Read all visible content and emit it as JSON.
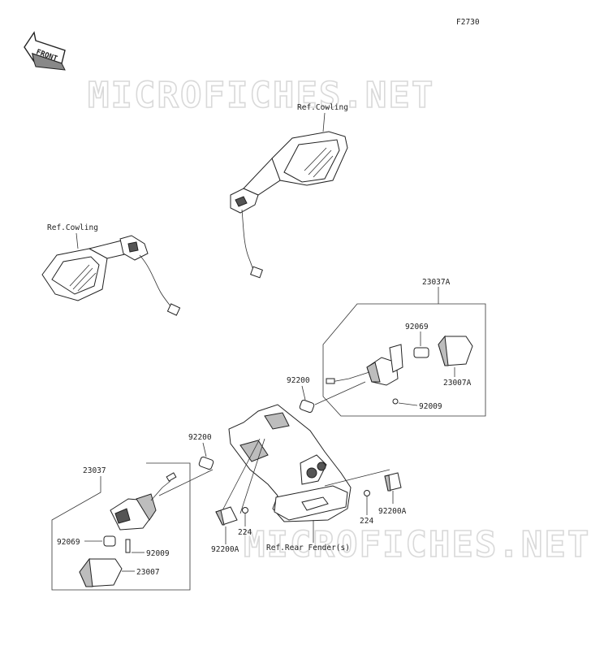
{
  "diagram": {
    "code": "F2730",
    "front_label": "FRONT",
    "watermark": "MICROFICHES.NET",
    "refs": {
      "cowling_right": "Ref.Cowling",
      "cowling_left": "Ref.Cowling",
      "rear_fender": "Ref.Rear Fender(s)"
    },
    "parts": {
      "p23037A": "23037A",
      "p92069_a": "92069",
      "p23007A": "23007A",
      "p92009_a": "92009",
      "p92200_a": "92200",
      "p92200_b": "92200",
      "p23037": "23037",
      "p92069_b": "92069",
      "p92009_b": "92009",
      "p23007": "23007",
      "p224_a": "224",
      "p92200A_a": "92200A",
      "p224_b": "224",
      "p92200A_b": "92200A"
    }
  }
}
